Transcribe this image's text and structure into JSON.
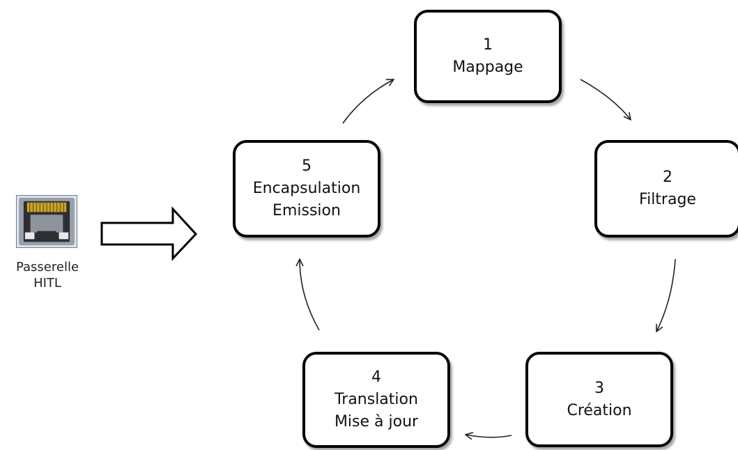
{
  "gateway": {
    "icon": "ethernet-port-icon",
    "label_line1": "Passerelle",
    "label_line2": "HITL"
  },
  "steps": [
    {
      "number": "1",
      "line1": "Mappage",
      "line2": ""
    },
    {
      "number": "2",
      "line1": "Filtrage",
      "line2": ""
    },
    {
      "number": "3",
      "line1": "Création",
      "line2": ""
    },
    {
      "number": "4",
      "line1": "Translation",
      "line2": "Mise à jour"
    },
    {
      "number": "5",
      "line1": "Encapsulation",
      "line2": "Emission"
    }
  ],
  "colors": {
    "box_border": "#000000",
    "arrow": "#222222",
    "background": "#ffffff"
  }
}
